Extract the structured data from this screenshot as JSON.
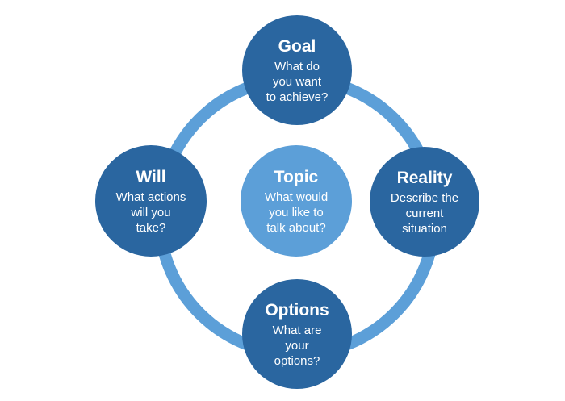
{
  "nodes": {
    "goal": {
      "title": "Goal",
      "lines": [
        "What do",
        "you want",
        "to achieve?"
      ]
    },
    "reality": {
      "title": "Reality",
      "lines": [
        "Describe the",
        "current",
        "situation"
      ]
    },
    "options": {
      "title": "Options",
      "lines": [
        "What are",
        "your",
        "options?"
      ]
    },
    "will": {
      "title": "Will",
      "lines": [
        "What actions",
        "will you",
        "take?"
      ]
    },
    "topic": {
      "title": "Topic",
      "lines": [
        "What would",
        "you like to",
        "talk about?"
      ]
    }
  },
  "colors": {
    "outer_node": "#2a66a0",
    "center_node": "#5c9fd8",
    "ring": "#5c9fd8",
    "text": "#ffffff"
  }
}
